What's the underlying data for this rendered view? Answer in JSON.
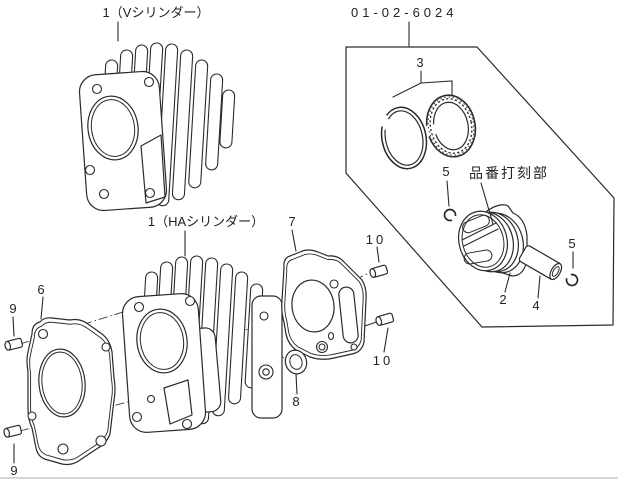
{
  "figure": {
    "callouts": {
      "v_cylinder_label": "1（Vシリンダー）",
      "ha_cylinder_label": "1（HAシリンダー）",
      "part_code": "01-02-6024",
      "stamp_note": "品番打刻部",
      "num_piston": "2",
      "num_ring_set": "3",
      "num_piston_pin": "4",
      "num_clip_left": "5",
      "num_clip_right": "5",
      "num_base_gasket": "6",
      "num_head_gasket": "7",
      "num_oring": "8",
      "num_dowel9_top": "9",
      "num_dowel9_bottom": "9",
      "num_dowel10_top": "10",
      "num_dowel10_bottom": "10"
    },
    "colors": {
      "ink": "#2a2a2a",
      "text": "#222222",
      "paper": "#ffffff",
      "bottom_rule": "#c9c9c9"
    }
  }
}
